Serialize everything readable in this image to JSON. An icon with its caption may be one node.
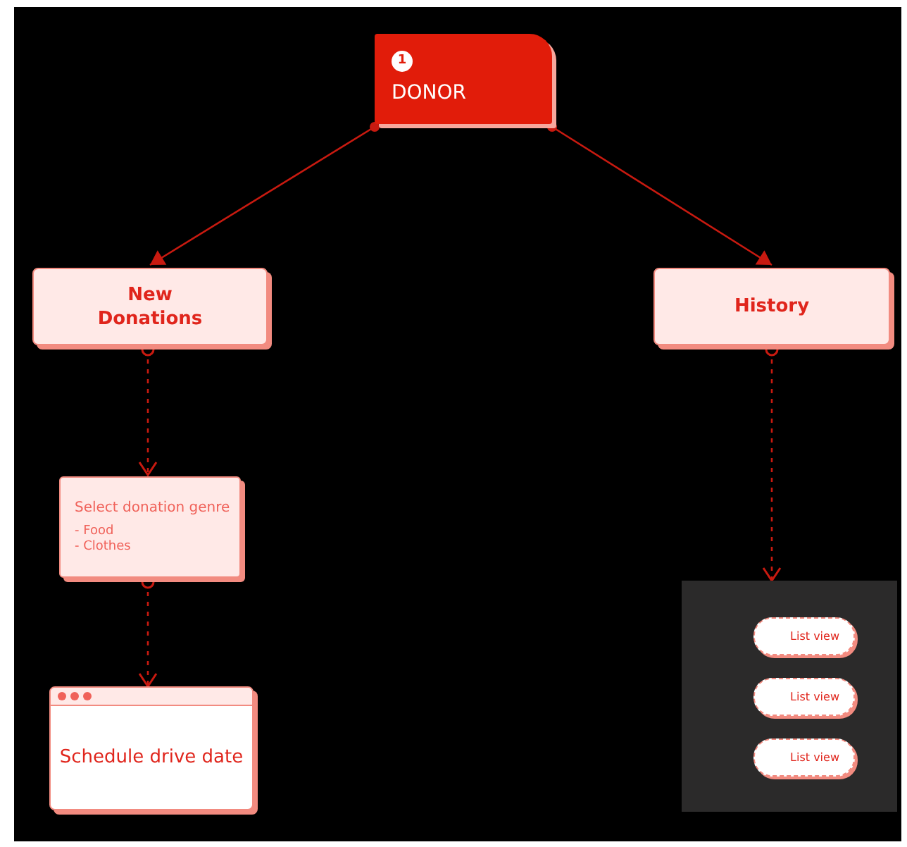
{
  "diagram": {
    "nodes": [
      {
        "text": [
          "1",
          "DONOR"
        ]
      },
      {
        "text": [
          "New Donations"
        ]
      },
      {
        "text": [
          "History"
        ]
      },
      {
        "text": [
          "Select donation genre",
          "- Food",
          "- Clothes"
        ]
      },
      {
        "text": [
          "Schedule drive date"
        ]
      },
      {
        "text": [],
        "shape": "box"
      },
      {
        "text": [
          "List view"
        ],
        "in": 5
      },
      {
        "text": [
          "List view"
        ],
        "in": 5
      },
      {
        "text": [
          "List view"
        ],
        "in": 5
      }
    ],
    "edges": [
      {
        "from": 0,
        "to": 1,
        "arrow": "to"
      },
      {
        "from": 0,
        "to": 2,
        "arrow": "to"
      },
      {
        "from": 1,
        "to": 3,
        "arrow": "to",
        "style": "dashed"
      },
      {
        "from": 3,
        "to": 4,
        "arrow": "to",
        "style": "dashed"
      },
      {
        "from": 2,
        "to": 5,
        "arrow": "to",
        "style": "dashed"
      }
    ]
  }
}
